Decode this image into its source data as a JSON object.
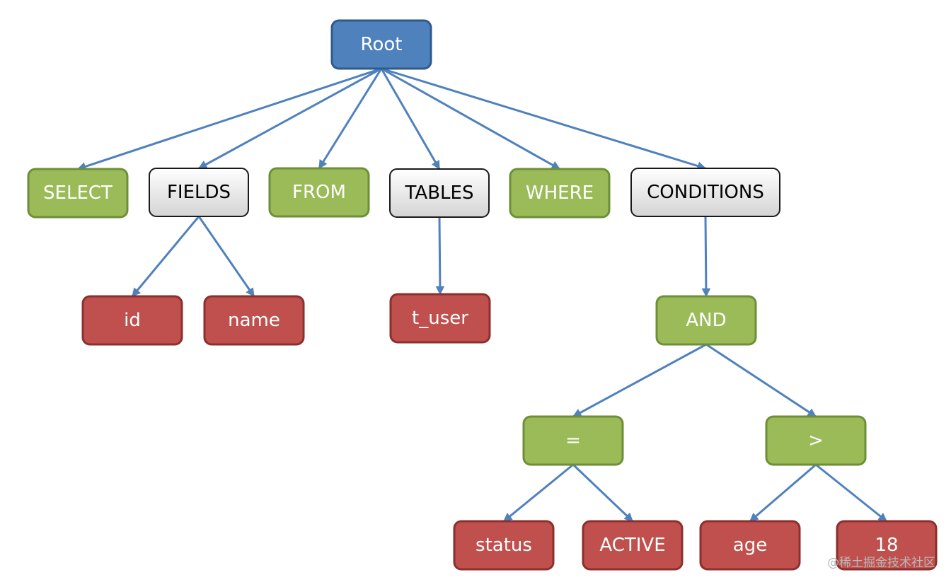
{
  "colors": {
    "root": "#4f81bd",
    "keyword": "#9bbb59",
    "group": "#e3e3e3",
    "value": "#c0504d",
    "edge": "#4f81bd"
  },
  "tree": {
    "root": {
      "label": "Root",
      "kind": "root"
    },
    "select": {
      "label": "SELECT",
      "kind": "keyword"
    },
    "fields": {
      "label": "FIELDS",
      "kind": "group"
    },
    "from": {
      "label": "FROM",
      "kind": "keyword"
    },
    "tables": {
      "label": "TABLES",
      "kind": "group"
    },
    "where": {
      "label": "WHERE",
      "kind": "keyword"
    },
    "conditions": {
      "label": "CONDITIONS",
      "kind": "group"
    },
    "id": {
      "label": "id",
      "kind": "value"
    },
    "name": {
      "label": "name",
      "kind": "value"
    },
    "t_user": {
      "label": "t_user",
      "kind": "value"
    },
    "and": {
      "label": "AND",
      "kind": "keyword"
    },
    "eq": {
      "label": "=",
      "kind": "keyword"
    },
    "gt": {
      "label": ">",
      "kind": "keyword"
    },
    "status": {
      "label": "status",
      "kind": "value"
    },
    "active": {
      "label": "ACTIVE",
      "kind": "value"
    },
    "age": {
      "label": "age",
      "kind": "value"
    },
    "eighteen": {
      "label": "18",
      "kind": "value"
    }
  },
  "edges": [
    [
      "root",
      "select"
    ],
    [
      "root",
      "fields"
    ],
    [
      "root",
      "from"
    ],
    [
      "root",
      "tables"
    ],
    [
      "root",
      "where"
    ],
    [
      "root",
      "conditions"
    ],
    [
      "fields",
      "id"
    ],
    [
      "fields",
      "name"
    ],
    [
      "tables",
      "t_user"
    ],
    [
      "conditions",
      "and"
    ],
    [
      "and",
      "eq"
    ],
    [
      "and",
      "gt"
    ],
    [
      "eq",
      "status"
    ],
    [
      "eq",
      "active"
    ],
    [
      "gt",
      "age"
    ],
    [
      "gt",
      "eighteen"
    ]
  ],
  "watermark": "@稀土掘金技术社区"
}
